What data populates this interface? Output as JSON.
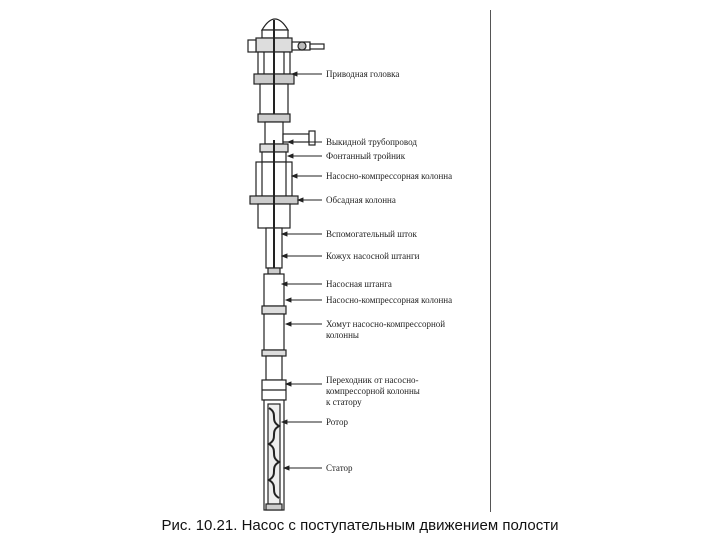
{
  "figure": {
    "caption": "Рис. 10.21. Насос с поступательным движением полости",
    "labels": [
      {
        "id": "drive-head",
        "text": "Приводная головка"
      },
      {
        "id": "flow-line",
        "text": "Выкидной трубопровод"
      },
      {
        "id": "flow-tee",
        "text": "Фонтанный тройник"
      },
      {
        "id": "tubing",
        "text": "Насосно-компрессорная колонна"
      },
      {
        "id": "casing",
        "text": "Обсадная колонна"
      },
      {
        "id": "pony-rod",
        "text": "Вспомогательный шток"
      },
      {
        "id": "rod-guard",
        "text": "Кожух насосной штанги"
      },
      {
        "id": "sucker-rod",
        "text": "Насосная штанга"
      },
      {
        "id": "tubing-2",
        "text": "Насосно-компрессорная колонна"
      },
      {
        "id": "tubing-clamp",
        "text": "Хомут насосно-компрессорной\nколонны"
      },
      {
        "id": "tubing-adapter",
        "text": "Переходник от насосно-\nкомпрессорной колонны\nк статору"
      },
      {
        "id": "rotor",
        "text": "Ротор"
      },
      {
        "id": "stator",
        "text": "Статор"
      }
    ]
  }
}
